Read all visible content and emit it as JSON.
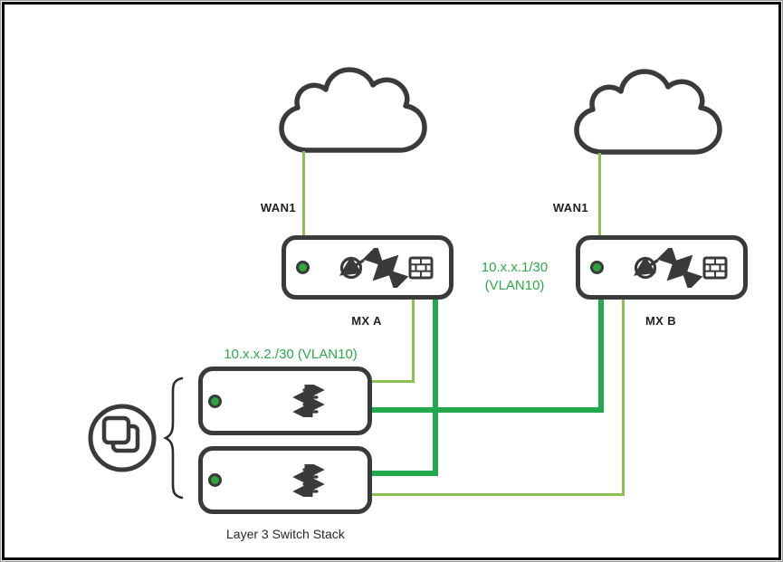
{
  "colors": {
    "accent_light_green": "#8CC152",
    "accent_dark_green": "#22A84D",
    "label_green": "#2EA84A",
    "device_outline": "#3A3A3A",
    "led_green": "#2FA33C"
  },
  "nodes": {
    "cloud_a": {
      "icon": "cloud-icon"
    },
    "cloud_b": {
      "icon": "cloud-icon"
    },
    "mx_a": {
      "label": "MX A",
      "wan_port_label": "WAN1",
      "led": "green",
      "icons": [
        "routed-traffic-icon",
        "nat-arrows-icon",
        "firewall-icon"
      ]
    },
    "mx_b": {
      "label": "MX B",
      "wan_port_label": "WAN1",
      "led": "green",
      "icons": [
        "routed-traffic-icon",
        "nat-arrows-icon",
        "firewall-icon"
      ]
    },
    "switch_1": {
      "icon": "switch-traffic-icon",
      "led": "green"
    },
    "switch_2": {
      "icon": "switch-traffic-icon",
      "led": "green"
    },
    "stack_badge": {
      "icon": "stack-copies-icon"
    },
    "stack_caption": "Layer 3 Switch Stack"
  },
  "link_labels": {
    "mx_interconnect": {
      "line1": "10.x.x.1/30",
      "line2": "(VLAN10)"
    },
    "switch_uplink": "10.x.x.2./30 (VLAN10)"
  }
}
